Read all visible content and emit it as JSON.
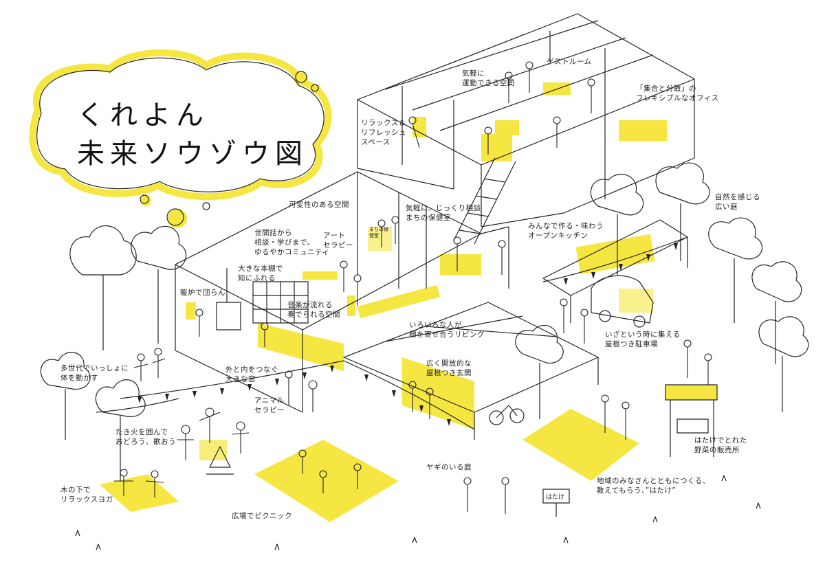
{
  "colors": {
    "accent": "#f5e642",
    "ink": "#222222",
    "paper": "#ffffff"
  },
  "title": {
    "line1": "くれよん",
    "line2": "未来ソウゾウ図"
  },
  "labels": {
    "guest_room": "ゲストルーム",
    "exercise": "気軽に\n運動できる空間",
    "office": "「集合と分散」の\nフレキシブルなオフィス",
    "relax_space": "リラックス＆\nリフレッシュ\nスペース",
    "variable_space": "可変性のある空間",
    "health_room": "気軽に、じっくり相談\nまちの保健室",
    "community": "世間話から\n相談・学びまで。\nゆるやかコミュニティ",
    "art_therapy": "アート\nセラピー",
    "open_kitchen": "みんなで作る・味わう\nオープンキッチン",
    "natural_garden": "自然を感じる\n広い庭",
    "bookshelf": "大きな本棚で\n知にふれる",
    "fireplace": "暖炉で団らん",
    "music": "音楽が流れる\n奏でられる空間",
    "living": "いろいろな人が\n顔を寄せ合うリビング",
    "parking": "いざという時に集える\n屋根つき駐車場",
    "exercise_all": "多世代でいっしょに\n体を動かす",
    "window": "外と内をつなぐ\n大きな窓",
    "entrance": "広く開放的な\n屋根つき玄関",
    "animal": "アニマル\nセラピー",
    "bonfire": "たき火を囲んで\nおどろう、歌おう",
    "veg_shop": "はたけでとれた\n野菜の販売所",
    "goat_garden": "ヤギのいる庭",
    "hatake": "地域のみなさんとともにつくる、\n教えてもらう、”はたけ”",
    "yoga": "木の下で\nリラックスヨガ",
    "picnic": "広場でピクニック"
  },
  "signs": {
    "hatake_sign": "はたけ",
    "health_sign": "まちの保健室"
  }
}
